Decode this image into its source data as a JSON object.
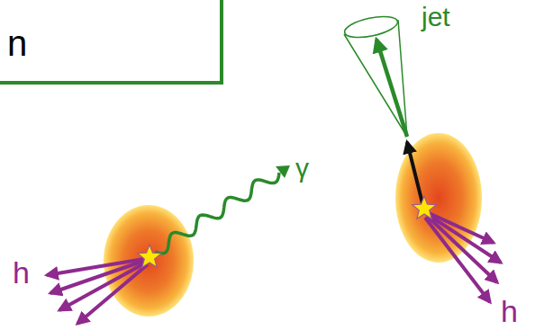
{
  "diagram": {
    "nodes": [
      {
        "text": [
          "n"
        ]
      }
    ],
    "labels": [
      "jet",
      "γ",
      "h",
      "h"
    ]
  }
}
